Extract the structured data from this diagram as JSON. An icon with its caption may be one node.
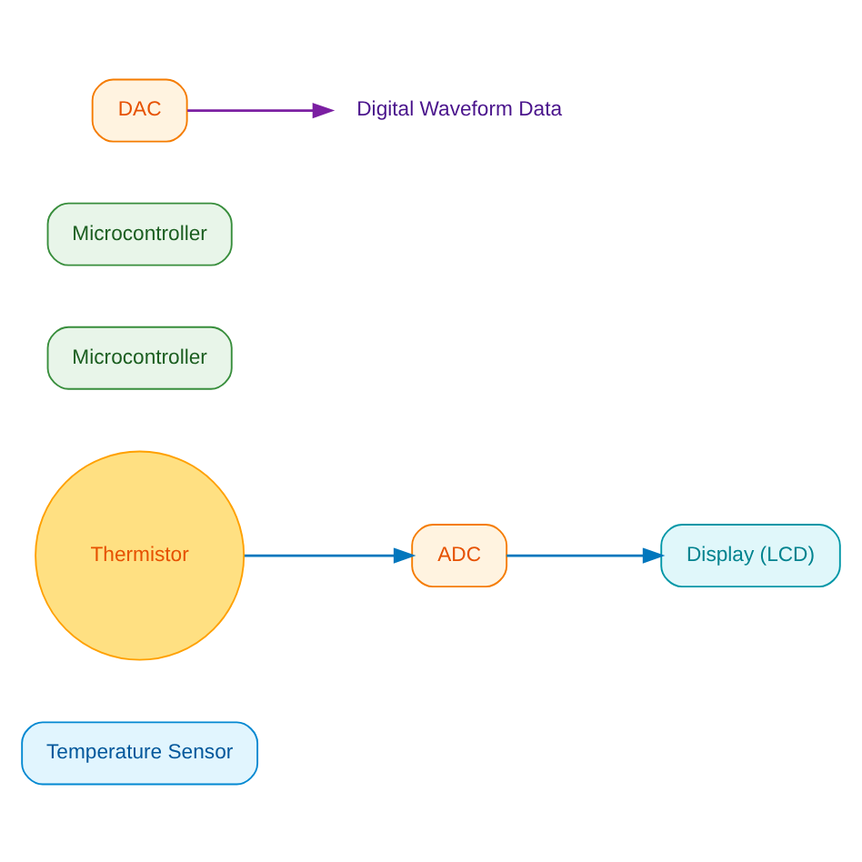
{
  "diagram": {
    "nodes": [
      {
        "text": [
          "Temperature Sensor"
        ]
      },
      {
        "text": [
          "Thermistor"
        ]
      },
      {
        "text": [
          "ADC"
        ]
      },
      {
        "text": [
          "Microcontroller"
        ]
      },
      {
        "text": [
          "Display (LCD)"
        ]
      },
      {
        "text": [
          "Microcontroller"
        ]
      },
      {
        "text": [
          "DAC"
        ]
      },
      {
        "text": [
          "Digital Waveform Data"
        ]
      }
    ],
    "edges": [
      {
        "from": 1,
        "to": 2,
        "arrow": "to"
      },
      {
        "from": 2,
        "to": 4,
        "arrow": "to"
      },
      {
        "from": 6,
        "to": 7,
        "arrow": "to",
        "color": "#7b1fa2"
      }
    ]
  }
}
